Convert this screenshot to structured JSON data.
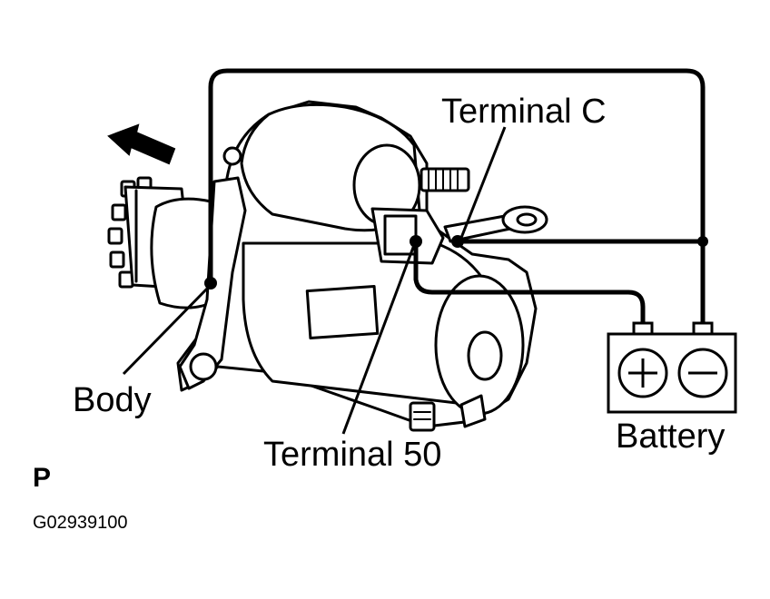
{
  "labels": {
    "terminal_c": "Terminal C",
    "body": "Body",
    "terminal_50": "Terminal 50",
    "battery": "Battery",
    "positive_sign": "+",
    "negative_sign": "−",
    "page_marker": "P",
    "figure_code": "G02939100"
  },
  "colors": {
    "ink": "#000000",
    "background": "#ffffff"
  },
  "icons": [
    "arrow-icon",
    "starter-motor-drawing",
    "battery-icon"
  ]
}
